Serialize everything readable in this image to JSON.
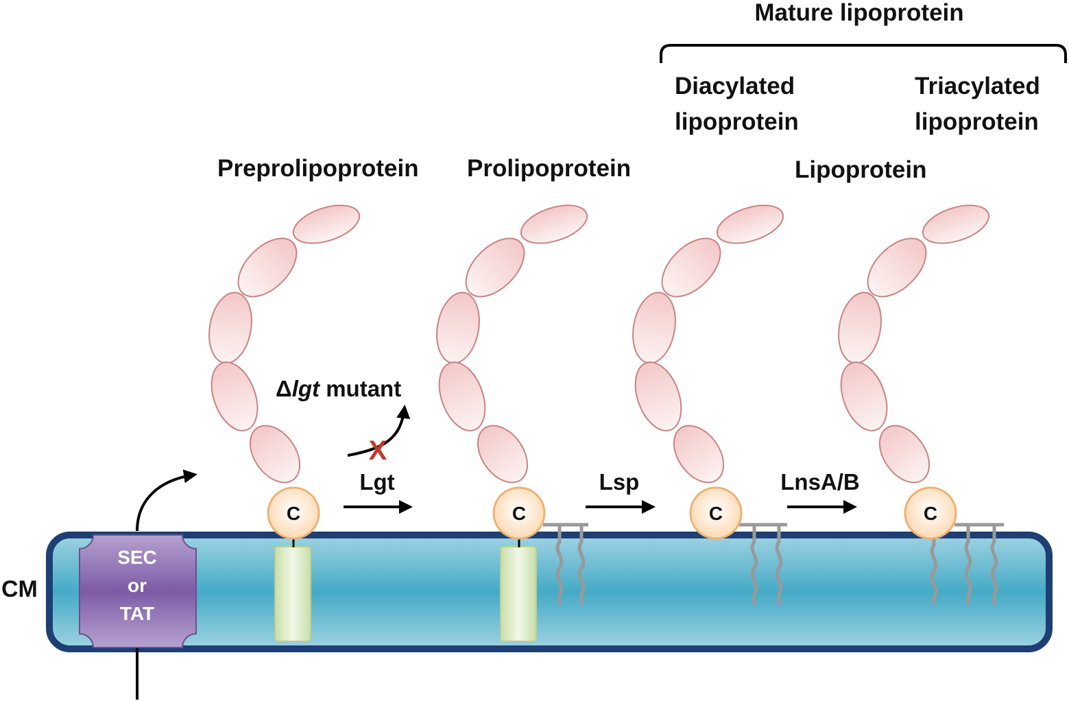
{
  "header": {
    "mature_label": "Mature lipoprotein",
    "diacylated_line1": "Diacylated",
    "diacylated_line2": "lipoprotein",
    "triacylated_line1": "Triacylated",
    "triacylated_line2": "lipoprotein"
  },
  "stages": {
    "preprolipoprotein": "Preprolipoprotein",
    "prolipoprotein": "Prolipoprotein",
    "lipoprotein": "Lipoprotein"
  },
  "enzymes": {
    "lgt": "Lgt",
    "lsp": "Lsp",
    "lnsab": "LnsA/B"
  },
  "mutant": {
    "delta": "Δ",
    "gene": "lgt",
    "suffix": " mutant",
    "blocked_mark": "X"
  },
  "translocon": {
    "line1": "SEC",
    "line2": "or",
    "line3": "TAT"
  },
  "membrane_label": "CM",
  "cysteine_label": "C",
  "colors": {
    "membrane_fill": "#4aaec9",
    "membrane_border": "#1d3f73",
    "bead_fill": "#f4cfcf",
    "bead_stroke": "#c98383",
    "cysteine_fill": "#fde3c8",
    "cysteine_stroke": "#f0b070",
    "anchor_fill": "#dfeec8",
    "translocon_fill": "#8e70b3",
    "lipid_chain": "#999999",
    "block_x": "#c0392b"
  }
}
